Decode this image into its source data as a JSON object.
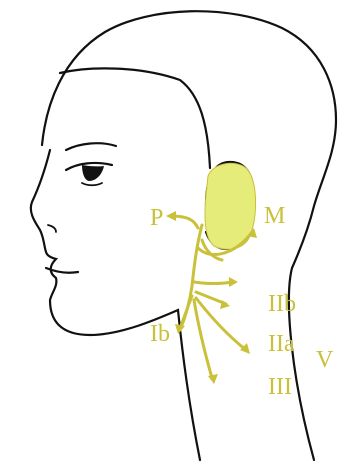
{
  "colors": {
    "outline": "#111111",
    "gland_fill": "#e6ec7a",
    "node_paths": "#c9c13a",
    "label_text": "#c9c13a"
  },
  "labels": {
    "p": "P",
    "m": "M",
    "ib": "Ib",
    "iib": "IIb",
    "iia": "IIa",
    "v": "V",
    "iii": "III"
  }
}
